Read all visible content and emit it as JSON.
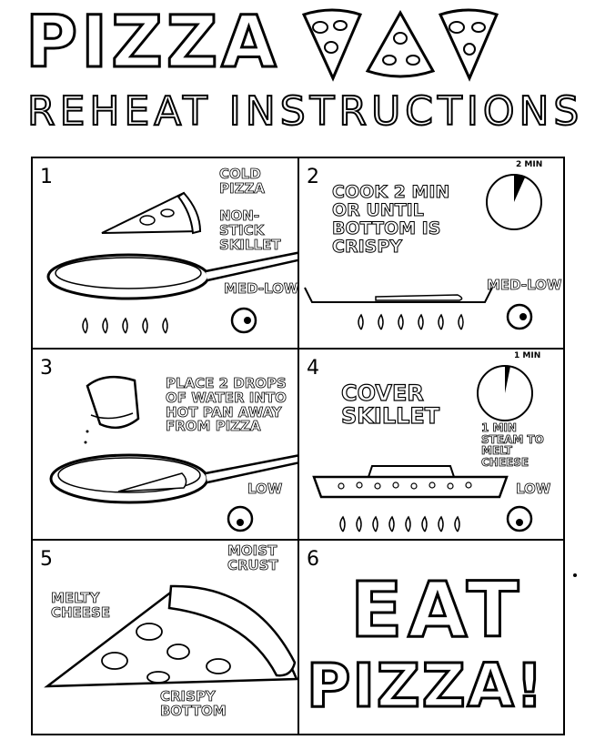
{
  "header": {
    "title": "PIZZA",
    "subtitle": "REHEAT INSTRUCTIONS"
  },
  "panels": [
    {
      "number": "1",
      "labels": [
        "COLD PIZZA",
        "NON-STICK SKILLET"
      ],
      "heat": "MED-LOW"
    },
    {
      "number": "2",
      "text": "COOK 2 MIN OR UNTIL BOTTOM IS CRISPY",
      "clock": "2 MIN",
      "heat": "MED-LOW"
    },
    {
      "number": "3",
      "text": "PLACE 2 DROPS OF WATER INTO HOT PAN AWAY FROM PIZZA",
      "heat": "LOW"
    },
    {
      "number": "4",
      "text": "COVER SKILLET",
      "clock": "1 MIN",
      "steam": "1 MIN STEAM TO MELT CHEESE",
      "heat": "LOW"
    },
    {
      "number": "5",
      "labels": [
        "MOIST CRUST",
        "MELTY CHEESE",
        "CRISPY BOTTOM"
      ]
    },
    {
      "number": "6",
      "eat1": "EAT",
      "eat2": "PIZZA!"
    }
  ]
}
